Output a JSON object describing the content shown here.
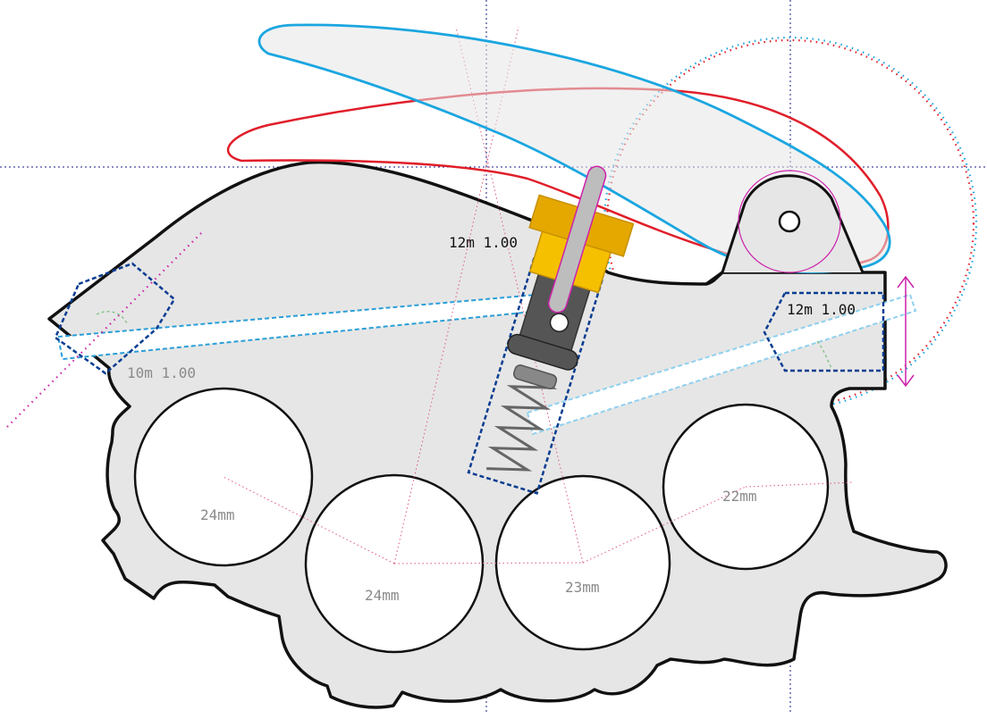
{
  "colors": {
    "body_fill": "#e6e6e6",
    "outline": "#111111",
    "blue_lever": "#1aa6e0",
    "red_lever": "#e01e2a",
    "magenta": "#cc22aa",
    "nut_yellow": "#f5c000",
    "nut_dark": "#e5a800",
    "pin_grey": "#bdbdbd",
    "barrel": "#555555",
    "bolt_outline": "#0a3d91",
    "bore_light": "#8fd0ef",
    "bore_dark": "#2a9fd8",
    "guide_blue": "#1a1a8a"
  },
  "labels": {
    "thread_top": "12m 1.00",
    "thread_right": "12m 1.00",
    "thread_left": "10m 1.00",
    "ring1": "24mm",
    "ring2": "24mm",
    "ring3": "23mm",
    "ring4": "22mm"
  }
}
